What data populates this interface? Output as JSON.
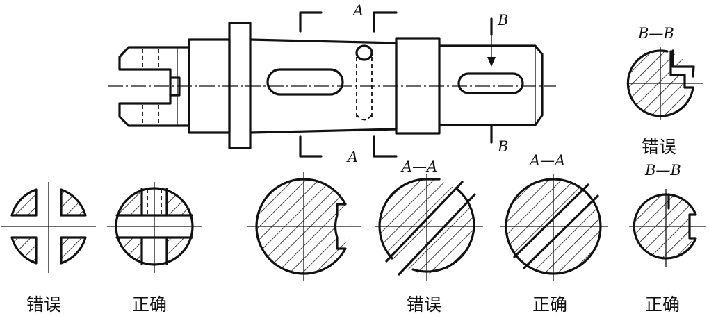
{
  "labels": {
    "section_a_top": "A",
    "section_a_bottom": "A",
    "section_b_top": "B",
    "section_b_bottom": "B",
    "title_bb_top": "B—B",
    "title_aa_wrong": "A—A",
    "title_aa_right": "A—A",
    "title_bb_bottom": "B—B"
  },
  "captions": {
    "wrong_top_right": "错误",
    "wrong_cross": "错误",
    "right_cross": "正确",
    "wrong_aa": "错误",
    "right_aa": "正确",
    "right_bb": "正确"
  }
}
